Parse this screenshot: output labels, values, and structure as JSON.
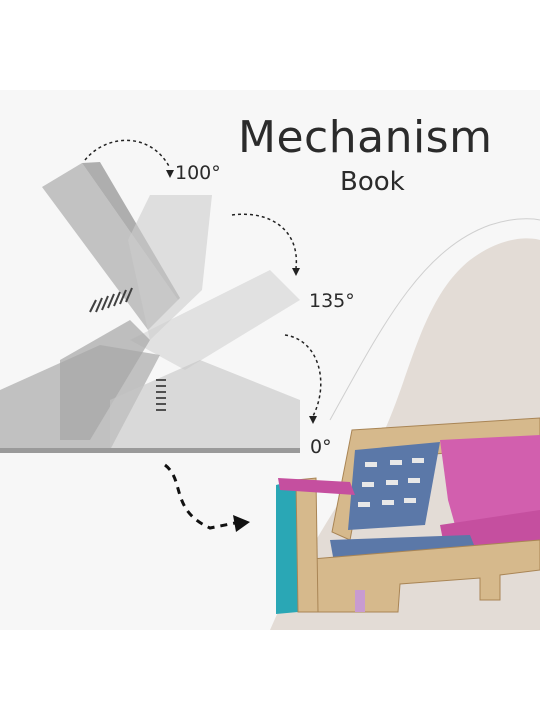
{
  "title": "Mechanism",
  "subtitle": "Book",
  "angles": {
    "open": "100°",
    "middle": "135°",
    "flat": "0°"
  },
  "colors": {
    "background": "#f7f7f7",
    "blob": "#e3dcd6",
    "text": "#2b2b2b",
    "frame_wood": "#d6b98c",
    "upholstery": "#d25fae",
    "webbing": "#5b78a8",
    "armrest_panel": "#2aa7b5",
    "mechanism_plate": "#9a9a9a"
  }
}
